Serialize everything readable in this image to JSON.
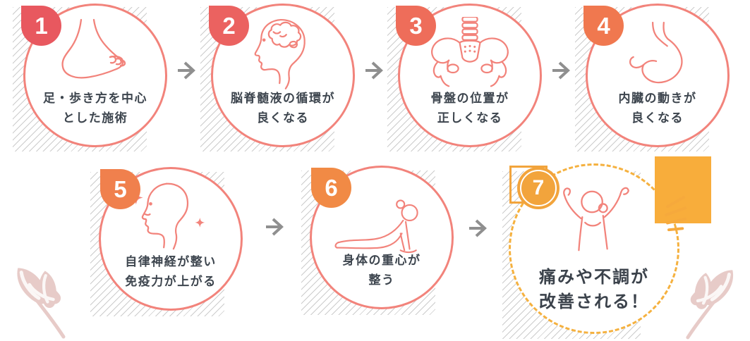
{
  "steps": [
    {
      "number": "1",
      "line1": "足・歩き方を中心",
      "line2": "とした施術",
      "icon": "foot-icon",
      "badge_color": "#e8585f"
    },
    {
      "number": "2",
      "line1": "脳脊髄液の循環が",
      "line2": "良くなる",
      "icon": "head-brain-icon",
      "badge_color": "#eb6260"
    },
    {
      "number": "3",
      "line1": "骨盤の位置が",
      "line2": "正しくなる",
      "icon": "pelvis-icon",
      "badge_color": "#ee6d5a"
    },
    {
      "number": "4",
      "line1": "内臓の動きが",
      "line2": "良くなる",
      "icon": "stomach-icon",
      "badge_color": "#f0784f"
    },
    {
      "number": "5",
      "line1": "自律神経が整い",
      "line2": "免疫力が上がる",
      "icon": "face-sparkles-icon",
      "badge_color": "#f0804d"
    },
    {
      "number": "6",
      "line1": "身体の重心が",
      "line2": "整う",
      "icon": "yoga-pose-icon",
      "badge_color": "#f18a45"
    },
    {
      "number": "7",
      "line1": "痛みや不調が",
      "line2": "改善される！",
      "icon": "cheering-person-icon",
      "badge_color": "#f2a43c"
    }
  ],
  "colors": {
    "circle_border": "#f2837b",
    "step7_dashed_border": "#f5b13f",
    "label_text": "#3d454e",
    "arrow": "#8f8f8f",
    "hatch_line": "#cccccc",
    "leaf": "#e7cbc8",
    "accent_square": "#f8ad3b",
    "badge_text": "#ffffff",
    "illustration_line": "#f2837b"
  },
  "decorations": {
    "arrow_icon": "arrow-right-icon",
    "left_leaf": "leaf-branch-icon",
    "right_leaf": "leaf-branch-icon",
    "burst": "emphasis-burst-icon"
  }
}
